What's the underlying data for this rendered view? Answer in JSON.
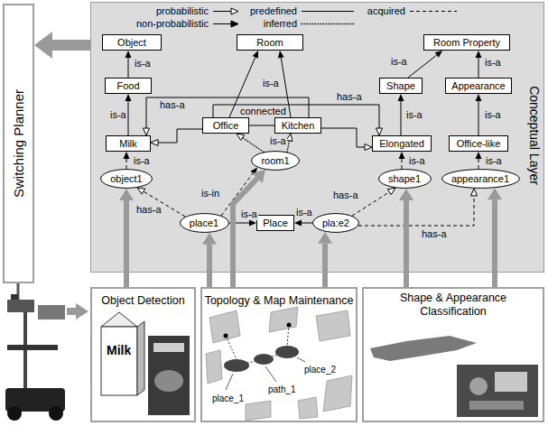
{
  "diagram": {
    "nodes": [
      {
        "text": [
          "Switching Planner"
        ]
      },
      {
        "text": [
          "Conceptual Layer"
        ]
      },
      {
        "text": [
          "Object"
        ],
        "in": 1
      },
      {
        "text": [
          "Room"
        ],
        "in": 1
      },
      {
        "text": [
          "Room Property"
        ],
        "in": 1
      },
      {
        "text": [
          "Food"
        ],
        "in": 1
      },
      {
        "text": [
          "Office"
        ],
        "in": 1
      },
      {
        "text": [
          "Kitchen"
        ],
        "in": 1
      },
      {
        "text": [
          "Shape"
        ],
        "in": 1
      },
      {
        "text": [
          "Appearance"
        ],
        "in": 1
      },
      {
        "text": [
          "Milk"
        ],
        "in": 1
      },
      {
        "text": [
          "Elongated"
        ],
        "in": 1
      },
      {
        "text": [
          "Office-like"
        ],
        "in": 1
      },
      {
        "text": [
          "object1"
        ],
        "in": 1
      },
      {
        "text": [
          "room1"
        ],
        "in": 1
      },
      {
        "text": [
          "shape1"
        ],
        "in": 1
      },
      {
        "text": [
          "appearance1"
        ],
        "in": 1
      },
      {
        "text": [
          "place1"
        ],
        "in": 1
      },
      {
        "text": [
          "Place"
        ],
        "in": 1
      },
      {
        "text": [
          "pla:e2"
        ],
        "in": 1
      },
      {
        "text": [
          "Object Detection"
        ]
      },
      {
        "text": [
          "Topology & Map Maintenance"
        ]
      },
      {
        "text": [
          "Shape & Appearance Classification"
        ]
      }
    ],
    "edges": [
      {
        "from": 5,
        "to": 2,
        "arrow": "to",
        "label": "is-a"
      },
      {
        "from": 10,
        "to": 5,
        "arrow": "to",
        "label": "is-a"
      },
      {
        "from": 6,
        "to": 3,
        "arrow": "to",
        "label": "is-a"
      },
      {
        "from": 7,
        "to": 3,
        "arrow": "to"
      },
      {
        "from": 8,
        "to": 4,
        "arrow": "to",
        "label": "is-a"
      },
      {
        "from": 9,
        "to": 4,
        "arrow": "to",
        "label": "is-a"
      },
      {
        "from": 11,
        "to": 8,
        "arrow": "to",
        "label": "is-a"
      },
      {
        "from": 12,
        "to": 9,
        "arrow": "to",
        "label": "is-a"
      },
      {
        "from": 6,
        "to": 7,
        "arrow": "none",
        "label": "connected"
      },
      {
        "from": 7,
        "to": 10,
        "arrow": "to",
        "label": "has-a"
      },
      {
        "from": 6,
        "to": 10,
        "arrow": "to"
      },
      {
        "from": 6,
        "to": 11,
        "arrow": "to",
        "label": "has-a"
      },
      {
        "from": 7,
        "to": 11,
        "arrow": "to"
      },
      {
        "from": 13,
        "to": 10,
        "arrow": "to",
        "label": "is-a"
      },
      {
        "from": 14,
        "to": 6,
        "arrow": "to",
        "label": "is-a"
      },
      {
        "from": 14,
        "to": 7,
        "arrow": "to"
      },
      {
        "from": 17,
        "to": 13,
        "arrow": "to",
        "label": "has-a"
      },
      {
        "from": 17,
        "to": 14,
        "arrow": "to",
        "label": "is-in"
      },
      {
        "from": 17,
        "to": 18,
        "arrow": "to",
        "label": "is-a"
      },
      {
        "from": 19,
        "to": 18,
        "arrow": "to",
        "label": "is-a"
      },
      {
        "from": 19,
        "to": 15,
        "arrow": "to",
        "label": "has-a"
      },
      {
        "from": 19,
        "to": 16,
        "arrow": "to",
        "label": "has-a"
      },
      {
        "from": 15,
        "to": 11,
        "arrow": "to",
        "label": "is-a"
      },
      {
        "from": 16,
        "to": 12,
        "arrow": "to",
        "label": "is-a"
      },
      {
        "from": 1,
        "to": 0,
        "arrow": "to"
      },
      {
        "from": 20,
        "to": 13,
        "arrow": "to"
      },
      {
        "from": 21,
        "to": 17,
        "arrow": "to"
      },
      {
        "from": 21,
        "to": 14,
        "arrow": "to"
      },
      {
        "from": 21,
        "to": 19,
        "arrow": "to"
      },
      {
        "from": 22,
        "to": 15,
        "arrow": "to"
      },
      {
        "from": 22,
        "to": 16,
        "arrow": "to"
      }
    ],
    "labels": [
      "Milk",
      "place_2",
      "path_1",
      "place_1"
    ],
    "legend": [
      {
        "text": "probabilistic"
      },
      {
        "text": "predefined"
      },
      {
        "text": "acquired"
      },
      {
        "text": "non-probabilistic"
      },
      {
        "text": "inferred"
      }
    ]
  }
}
